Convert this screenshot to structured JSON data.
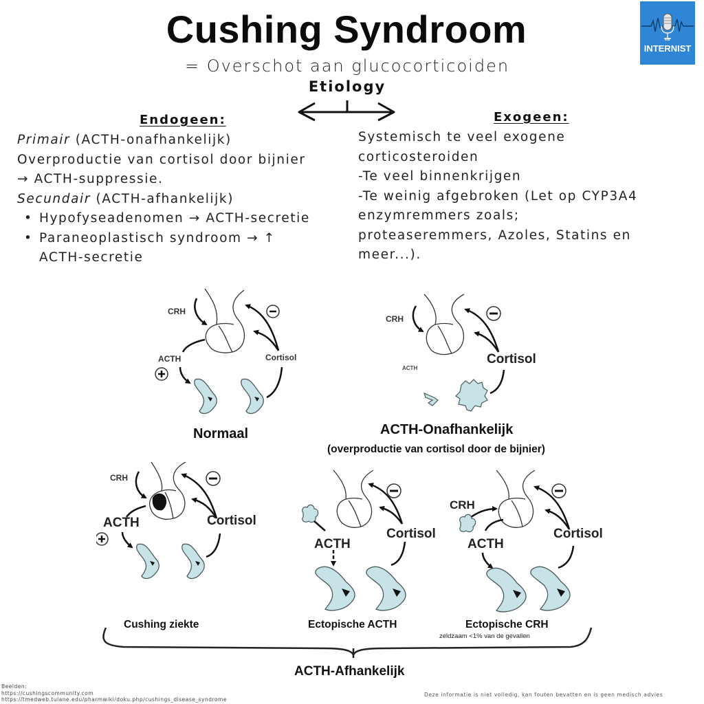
{
  "header": {
    "title": "Cushing Syndroom",
    "subtitle": "= Overschot aan glucocorticoiden",
    "etiology": "Etiology"
  },
  "logo": {
    "small": "DE",
    "name": "INTERNIST",
    "icon": "microphone-heartbeat-icon",
    "color": "#2f86d6"
  },
  "endogeen": {
    "heading": "Endogeen:",
    "primair_label": "Primair",
    "primair_rest": " (ACTH-onafhankelijk)",
    "line2": "Overproductie van cortisol door bijnier",
    "line3": "→ ACTH-suppressie.",
    "secundair_label": "Secundair",
    "secundair_rest": " (ACTH-afhankelijk)",
    "bullets": [
      "Hypofyseadenomen → ACTH-secretie",
      "Paraneoplastisch syndroom → ↑"
    ],
    "bullet2_cont": "ACTH-secretie"
  },
  "exogeen": {
    "heading": "Exogeen:",
    "lines": [
      "Systemisch te veel exogene",
      "corticosteroiden",
      "-Te veel binnenkrijgen",
      "-Te weinig afgebroken (Let op CYP3A4",
      "enzymremmers zoals;",
      "proteaseremmers, Azoles, Statins en",
      "meer...)."
    ]
  },
  "diagrams": {
    "normaal": {
      "caption": "Normaal",
      "crh": "CRH",
      "acth": "ACTH",
      "cortisol": "Cortisol",
      "plus": "+",
      "minus": "−"
    },
    "onafhankelijk": {
      "caption": "ACTH-Onafhankelijk",
      "subcaption": "(overproductie van cortisol door de bijnier)",
      "crh": "CRH",
      "acth": "ACTH",
      "cortisol": "Cortisol",
      "minus": "−"
    },
    "cushing_ziekte": {
      "caption": "Cushing ziekte",
      "crh": "CRH",
      "acth": "ACTH",
      "cortisol": "Cortisol",
      "plus": "+",
      "minus": "−"
    },
    "ectopische_acth": {
      "caption": "Ectopische ACTH",
      "acth": "ACTH",
      "cortisol": "Cortisol",
      "minus": "−"
    },
    "ectopische_crh": {
      "caption": "Ectopische CRH",
      "note": "zeldzaam <1% van de gevallen",
      "crh": "CRH",
      "acth": "ACTH",
      "cortisol": "Cortisol",
      "minus": "−"
    },
    "group_label": "ACTH-Afhankelijk"
  },
  "colors": {
    "kidney_fill": "#c8e3e8",
    "kidney_stroke": "#4a5a5a"
  },
  "footer": {
    "sources_label": "Beelden:",
    "sources": [
      "https://cushingscommunity.com",
      "https://tmedweb.tulane.edu/pharmwiki/doku.php/cushings_disease_syndrome"
    ],
    "disclaimer": "Deze informatie is niet volledig, kan fouten bevatten en is geen medisch advies"
  }
}
